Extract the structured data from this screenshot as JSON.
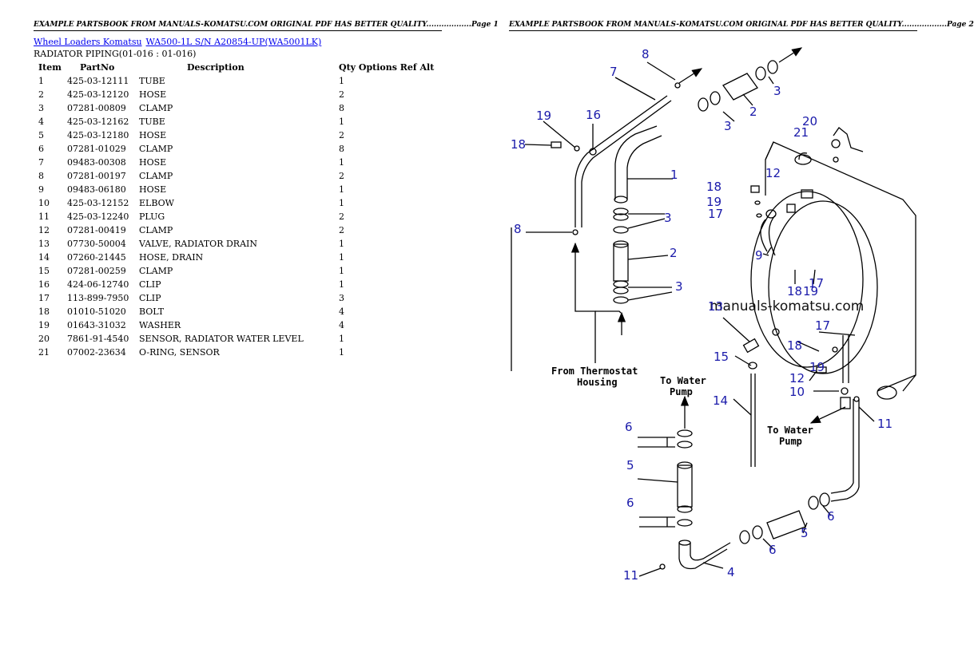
{
  "page1": {
    "header": "EXAMPLE PARTSBOOK FROM MANUALS-KOMATSU.COM ORIGINAL PDF HAS BETTER QUALITY..................Page 1",
    "breadcrumb": {
      "link1": "Wheel Loaders Komatsu",
      "link2": "WA500-1L S/N A20854-UP(WA5001LK)"
    },
    "section_title": "RADIATOR PIPING(01-016 : 01-016)",
    "columns": {
      "item": "Item",
      "partno": "PartNo",
      "description": "Description",
      "qty": "Qty Options Ref Alt"
    },
    "rows": [
      {
        "item": "1",
        "partno": "425-03-12111",
        "description": "TUBE",
        "qty": "1"
      },
      {
        "item": "2",
        "partno": "425-03-12120",
        "description": "HOSE",
        "qty": "2"
      },
      {
        "item": "3",
        "partno": "07281-00809",
        "description": "CLAMP",
        "qty": "8"
      },
      {
        "item": "4",
        "partno": "425-03-12162",
        "description": "TUBE",
        "qty": "1"
      },
      {
        "item": "5",
        "partno": "425-03-12180",
        "description": "HOSE",
        "qty": "2"
      },
      {
        "item": "6",
        "partno": "07281-01029",
        "description": "CLAMP",
        "qty": "8"
      },
      {
        "item": "7",
        "partno": "09483-00308",
        "description": "HOSE",
        "qty": "1"
      },
      {
        "item": "8",
        "partno": "07281-00197",
        "description": "CLAMP",
        "qty": "2"
      },
      {
        "item": "9",
        "partno": "09483-06180",
        "description": "HOSE",
        "qty": "1"
      },
      {
        "item": "10",
        "partno": "425-03-12152",
        "description": "ELBOW",
        "qty": "1"
      },
      {
        "item": "11",
        "partno": "425-03-12240",
        "description": "PLUG",
        "qty": "2"
      },
      {
        "item": "12",
        "partno": "07281-00419",
        "description": "CLAMP",
        "qty": "2"
      },
      {
        "item": "13",
        "partno": "07730-50004",
        "description": "VALVE, RADIATOR DRAIN",
        "qty": "1"
      },
      {
        "item": "14",
        "partno": "07260-21445",
        "description": "HOSE, DRAIN",
        "qty": "1"
      },
      {
        "item": "15",
        "partno": "07281-00259",
        "description": "CLAMP",
        "qty": "1"
      },
      {
        "item": "16",
        "partno": "424-06-12740",
        "description": "CLIP",
        "qty": "1"
      },
      {
        "item": "17",
        "partno": "113-899-7950",
        "description": "CLIP",
        "qty": "3"
      },
      {
        "item": "18",
        "partno": "01010-51020",
        "description": "BOLT",
        "qty": "4"
      },
      {
        "item": "19",
        "partno": "01643-31032",
        "description": "WASHER",
        "qty": "4"
      },
      {
        "item": "20",
        "partno": "7861-91-4540",
        "description": "SENSOR, RADIATOR WATER LEVEL",
        "qty": "1"
      },
      {
        "item": "21",
        "partno": "07002-23634",
        "description": "O-RING, SENSOR",
        "qty": "1"
      }
    ]
  },
  "page2": {
    "header": "EXAMPLE PARTSBOOK FROM MANUALS-KOMATSU.COM ORIGINAL PDF HAS BETTER QUALITY..................Page 2",
    "diagram": {
      "label_thermostat_1": "From Thermostat",
      "label_thermostat_2": "Housing",
      "label_pump_top_1": "To Water",
      "label_pump_top_2": "Pump",
      "label_pump_right_1": "To Water",
      "label_pump_right_2": "Pump",
      "watermark": "manuals-komatsu.com",
      "callouts": [
        "8",
        "7",
        "3",
        "2",
        "3",
        "19",
        "16",
        "18",
        "1",
        "3",
        "8",
        "2",
        "3",
        "20",
        "21",
        "12",
        "18",
        "19",
        "17",
        "9",
        "18",
        "19",
        "17",
        "13",
        "15",
        "17",
        "18",
        "19",
        "12",
        "10",
        "11",
        "14",
        "6",
        "5",
        "6",
        "4",
        "11",
        "6",
        "5",
        "6"
      ]
    }
  },
  "colors": {
    "link": "#0000ee",
    "callout": "#1a1aaa",
    "ink": "#000000"
  }
}
